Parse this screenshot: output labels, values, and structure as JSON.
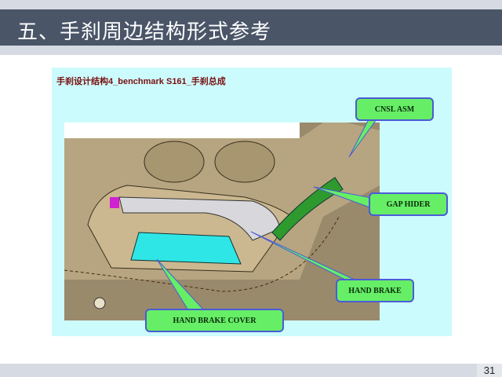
{
  "slide": {
    "title": "五、手刹周边结构形式参考",
    "page_number": "31"
  },
  "figure": {
    "caption": "手刹设计结构4_benchmark S161_手刹总成",
    "callouts": {
      "cnsl_asm": "CNSL ASM",
      "gap_hider": "GAP HIDER",
      "hand_brake": "HAND BRAKE",
      "hand_brake_cover": "HAND BRAKE COVER"
    }
  }
}
